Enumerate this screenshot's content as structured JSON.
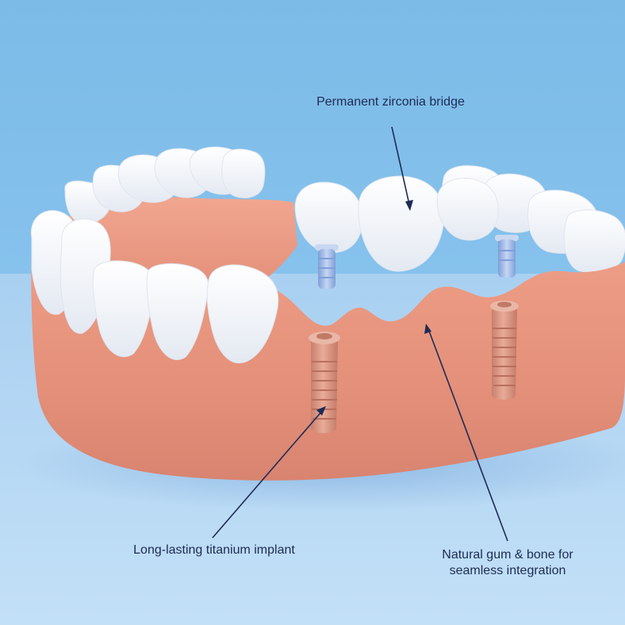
{
  "labels": {
    "bridge": "Permanent zirconia bridge",
    "implant": "Long-lasting titanium implant",
    "gum_line1": "Natural gum & bone for",
    "gum_line2": "seamless integration"
  },
  "colors": {
    "background_top": "#7fbde8",
    "background_bottom": "#b8d9f4",
    "gum": "#e89a85",
    "tooth": "#f7f8fb",
    "implant": "#dc9a86",
    "abutment": "#9db8e6",
    "leader_line": "#1d2b55",
    "label_text": "#1d2b55"
  }
}
